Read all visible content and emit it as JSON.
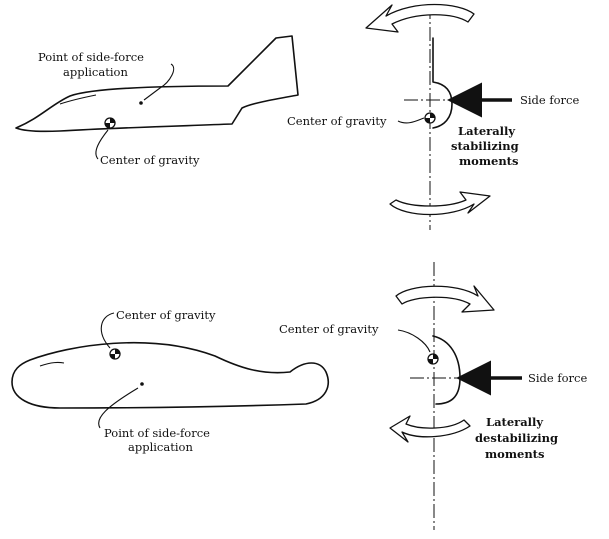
{
  "top_panel": {
    "point_label_line1": "Point of side-force",
    "point_label_line2": "application",
    "cg_label_plane": "Center of gravity",
    "cg_label_diagram": "Center of gravity",
    "side_force_label": "Side force",
    "moments_line1": "Laterally",
    "moments_line2": "stabilizing",
    "moments_line3": "moments"
  },
  "bottom_panel": {
    "cg_label_body": "Center of gravity",
    "point_label_line1": "Point of side-force",
    "point_label_line2": "application",
    "cg_label_diagram": "Center of gravity",
    "side_force_label": "Side force",
    "moments_line1": "Laterally",
    "moments_line2": "destabilizing",
    "moments_line3": "moments"
  }
}
